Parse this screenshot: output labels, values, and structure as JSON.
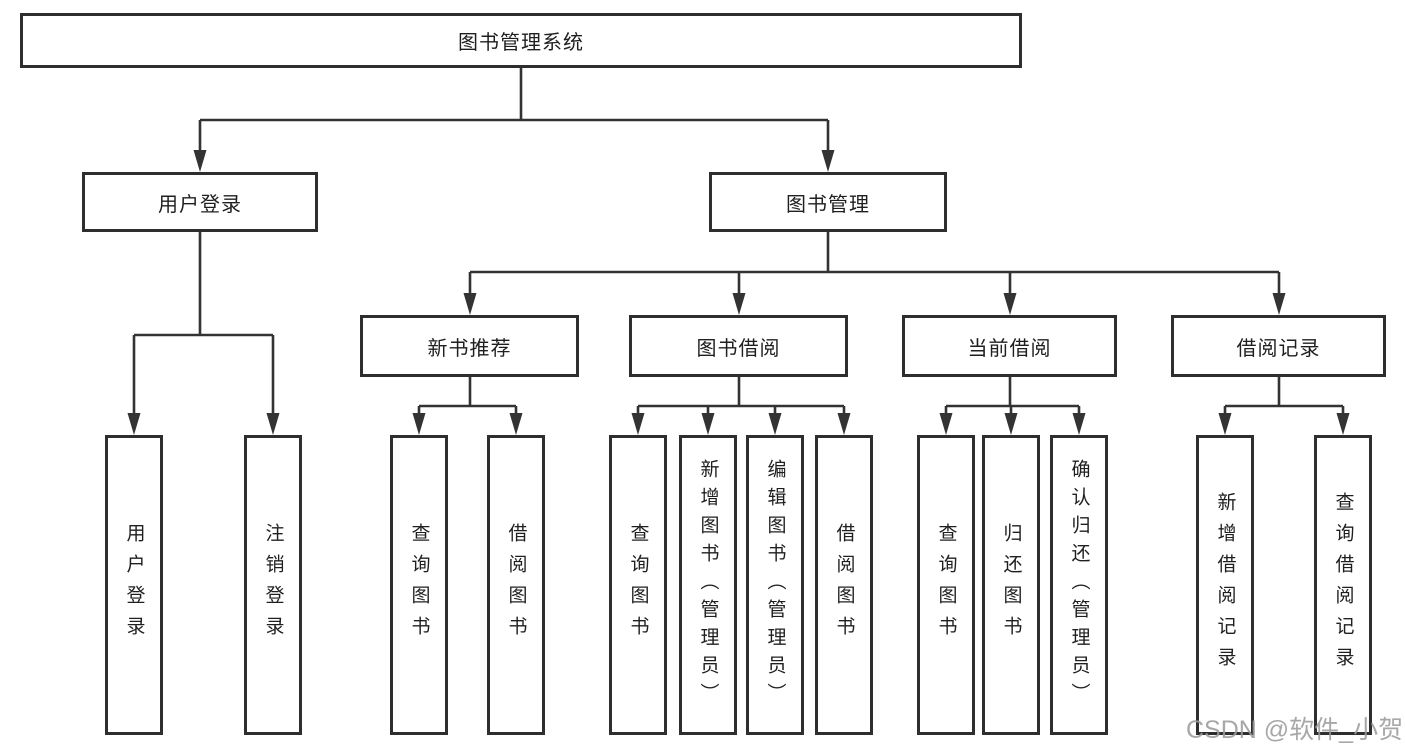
{
  "colors": {
    "line": "#333333",
    "box_border": "#2e2e2e",
    "text": "#1f1f1f",
    "watermark": "#9c9c9c",
    "bg": "#ffffff"
  },
  "watermark": {
    "text": "CSDN @软件_小贺同学"
  },
  "diagram": {
    "root": {
      "label": "图书管理系统"
    },
    "branches": [
      {
        "label": "用户登录",
        "children": [
          {
            "label": "用户登录"
          },
          {
            "label": "注销登录"
          }
        ]
      },
      {
        "label": "图书管理",
        "sections": [
          {
            "label": "新书推荐",
            "children": [
              {
                "label": "查询图书"
              },
              {
                "label": "借阅图书"
              }
            ]
          },
          {
            "label": "图书借阅",
            "children": [
              {
                "label": "查询图书"
              },
              {
                "label": "新增图书（管理员）"
              },
              {
                "label": "编辑图书（管理员）"
              },
              {
                "label": "借阅图书"
              }
            ]
          },
          {
            "label": "当前借阅",
            "children": [
              {
                "label": "查询图书"
              },
              {
                "label": "归还图书"
              },
              {
                "label": "确认归还（管理员）"
              }
            ]
          },
          {
            "label": "借阅记录",
            "children": [
              {
                "label": "新增借阅记录"
              },
              {
                "label": "查询借阅记录"
              }
            ]
          }
        ]
      }
    ]
  }
}
